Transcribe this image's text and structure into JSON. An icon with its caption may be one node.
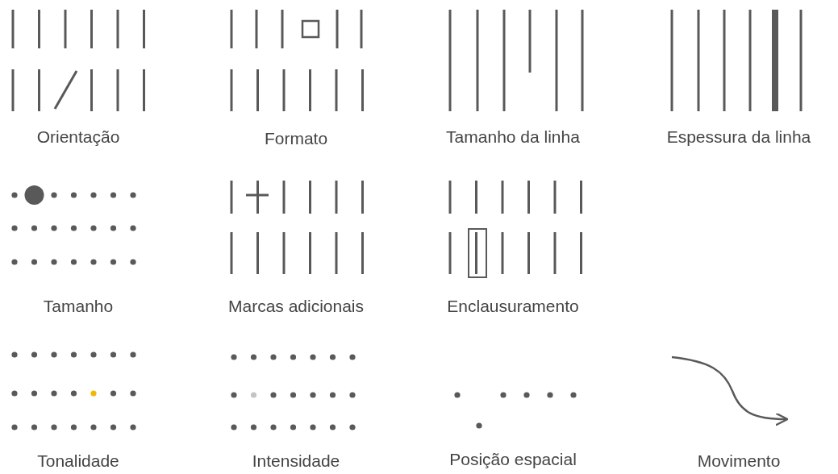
{
  "diagram": {
    "labels": [
      "Orientação",
      "Formato",
      "Tamanho da linha",
      "Espessura da linha",
      "Tamanho",
      "Marcas adicionais",
      "Enclausuramento",
      "Tonalidade",
      "Intensidade",
      "Posição espacial",
      "Movimento"
    ]
  }
}
